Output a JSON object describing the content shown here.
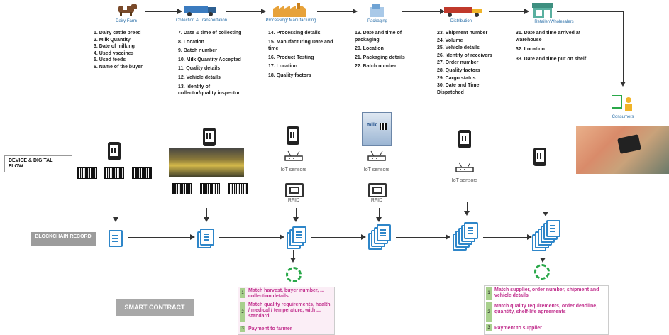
{
  "stages": [
    {
      "title": "Dairy Farm"
    },
    {
      "title": "Collection & Transportation"
    },
    {
      "title": "Processing/ Manufacturing"
    },
    {
      "title": "Packaging"
    },
    {
      "title": "Distribution"
    },
    {
      "title": "Retailer/Wholesalers"
    },
    {
      "title": "Consumers"
    }
  ],
  "lists": {
    "farm": [
      "1. Dairy cattle breed",
      "2. Milk Quantity",
      "3. Date of milking",
      "4. Used vaccines",
      "5. Used feeds",
      "6. Name of the buyer"
    ],
    "collection": [
      "7. Date & time of collecting",
      "8. Location",
      "9. Batch number",
      "10. Milk Quantity Accepted",
      "11. Quality details",
      "12. Vehicle details",
      "13. Identity of collector/quality inspector"
    ],
    "processing": [
      "14. Processing details",
      "15. Manufacturing Date and time",
      "16. Product Testing",
      "17. Location",
      "18. Quality factors"
    ],
    "packaging": [
      "19. Date and time of packaging",
      "20. Location",
      "21. Packaging details",
      "22. Batch number"
    ],
    "distribution": [
      "23. Shipment number",
      "24. Volume",
      "25. Vehicle details",
      "26. Identity of receivers",
      "27. Order number",
      "28. Quality factors",
      "29. Cargo status",
      "30. Date and Time Dispatched"
    ],
    "retail": [
      "31. Date and time arrived at warehouse",
      "32. Location",
      "33. Date and time put on shelf"
    ]
  },
  "labels": {
    "device_flow": "DEVICE & DIGITAL FLOW",
    "blockchain": "BLOCKCHAIN RECORD",
    "smart_contract": "SMART CONTRACT",
    "iot": "IoT sensors",
    "rfid": "RFID",
    "milk_pack": "milk"
  },
  "contract_left": {
    "n1": "1",
    "t1": "Match harvest, buyer number, ... collection details",
    "n2": "2",
    "t2": "Match quality requirements, health / medical / temperature, with ... standard",
    "n3": "3",
    "t3": "Payment to farmer"
  },
  "contract_right": {
    "n1": "1",
    "t1": "Match supplier, order number, shipment and vehicle details",
    "n2": "2",
    "t2": "Match quality requirements, order deadline, quantity, shelf-life agreements",
    "n3": "3",
    "t3": "Payment to supplier"
  },
  "colors": {
    "accent_blue": "#2e86c9",
    "contract_pink": "#c2338f",
    "cycle_green": "#2aa84a",
    "label_grey": "#9c9c9c"
  }
}
